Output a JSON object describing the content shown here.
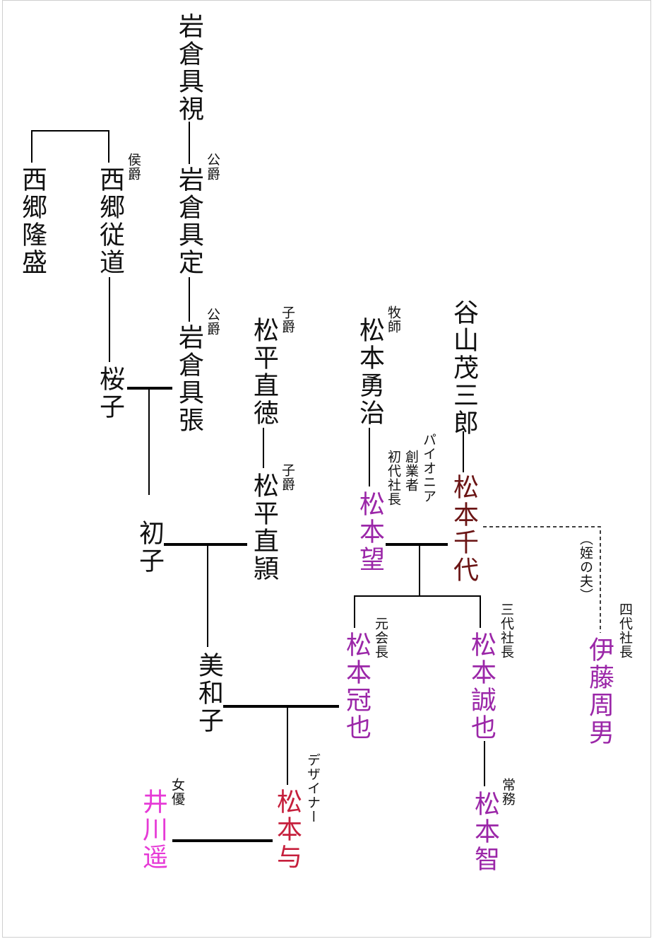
{
  "colors": {
    "black": "#111111",
    "maroon": "#6b1515",
    "purple": "#9b27a8",
    "red": "#c61f3c",
    "magenta": "#e63ad6",
    "line": "#000000"
  },
  "people": {
    "iwakura_tomomi": "岩倉具視",
    "saigo_takamori": "西郷隆盛",
    "saigo_judo": "西郷従道",
    "iwakura_tomosada": "岩倉具定",
    "sakurako": "桜子",
    "iwakura_tomoharu": "岩倉具張",
    "matsudaira_naonori": "松平直徳",
    "matsumoto_yuji": "松本勇治",
    "taniyama_shigesaburo": "谷山茂三郎",
    "hatsuko": "初子",
    "matsudaira_naoyori": "松平直頴",
    "matsumoto_nozomu": "松本望",
    "matsumoto_chiyo": "松本千代",
    "miwako": "美和子",
    "matsumoto_kanya": "松本冠也",
    "matsumoto_seiya": "松本誠也",
    "ito_chikao": "伊藤周男",
    "igawa_haruka": "井川遥",
    "matsumoto_ataeru": "松本与",
    "matsumoto_satoshi": "松本智"
  },
  "titles": {
    "judo": "侯爵",
    "tomosada": "公爵",
    "tomoharu": "公爵",
    "naonori": "子爵",
    "naoyori": "子爵",
    "yuji": "牧師",
    "nozomu_a": "パイオニア",
    "nozomu_b": "創業者",
    "nozomu_c": "初代社長",
    "kanya": "元会長",
    "seiya": "三代社長",
    "ito_relation": "（姪の夫）",
    "ito": "四代社長",
    "ataeru": "デザイナー",
    "igawa": "女優",
    "satoshi": "常務"
  }
}
